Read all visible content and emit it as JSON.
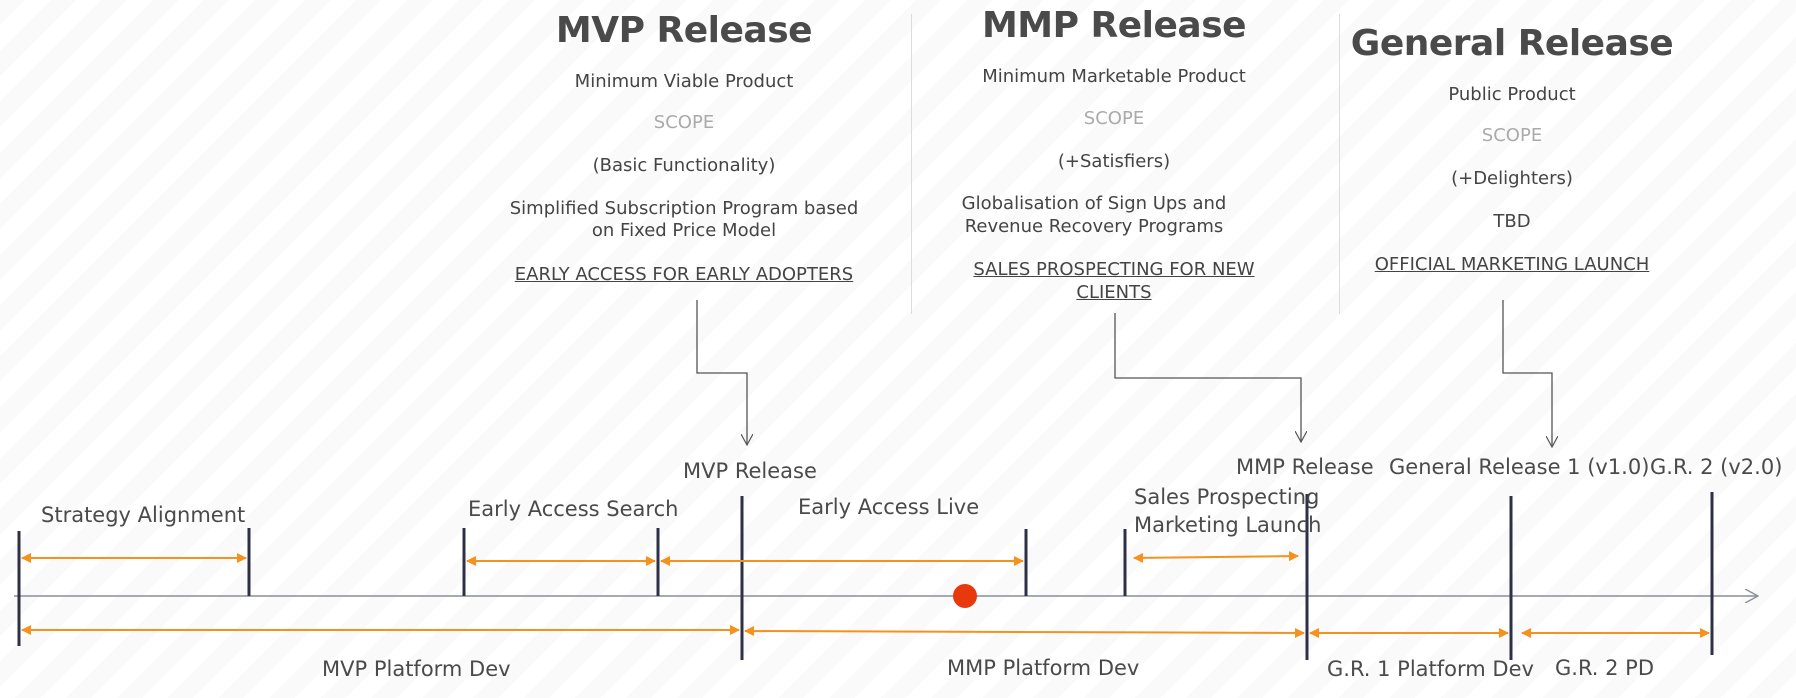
{
  "releases": [
    {
      "title": "MVP Release",
      "subtitle": "Minimum Viable Product",
      "scope_label": "SCOPE",
      "scope": "(Basic Functionality)",
      "details": [
        "Simplified Subscription Program based",
        "on Fixed Price Model"
      ],
      "goal": "EARLY ACCESS FOR EARLY ADOPTERS"
    },
    {
      "title": "MMP Release",
      "subtitle": "Minimum Marketable Product",
      "scope_label": "SCOPE",
      "scope": "(+Satisfiers)",
      "details": [
        "Globalisation of Sign Ups and",
        "Revenue Recovery Programs"
      ],
      "goal": [
        "SALES PROSPECTING FOR NEW",
        "CLIENTS"
      ]
    },
    {
      "title": "General Release",
      "subtitle": "Public Product",
      "scope_label": "SCOPE",
      "scope": "(+Delighters)",
      "details": [
        "TBD"
      ],
      "goal": "OFFICIAL MARKETING LAUNCH"
    }
  ],
  "timeline": {
    "milestones": [
      "MVP Release",
      "MMP Release",
      "General Release 1 (v1.0)",
      "G.R. 2 (v2.0)"
    ],
    "phases_top": [
      "Strategy Alignment",
      "Early Access Search",
      "Early Access Live",
      "Sales Prospecting",
      "Marketing Launch"
    ],
    "phases_bottom": [
      "MVP Platform Dev",
      "MMP Platform Dev",
      "G.R. 1 Platform Dev",
      "G.R. 2 PD"
    ]
  },
  "colors": {
    "arrow": "#f5921e",
    "marker": "#e8380d",
    "milestone_line": "#2e3048",
    "axis": "#8a8d99",
    "connector": "#555555"
  }
}
